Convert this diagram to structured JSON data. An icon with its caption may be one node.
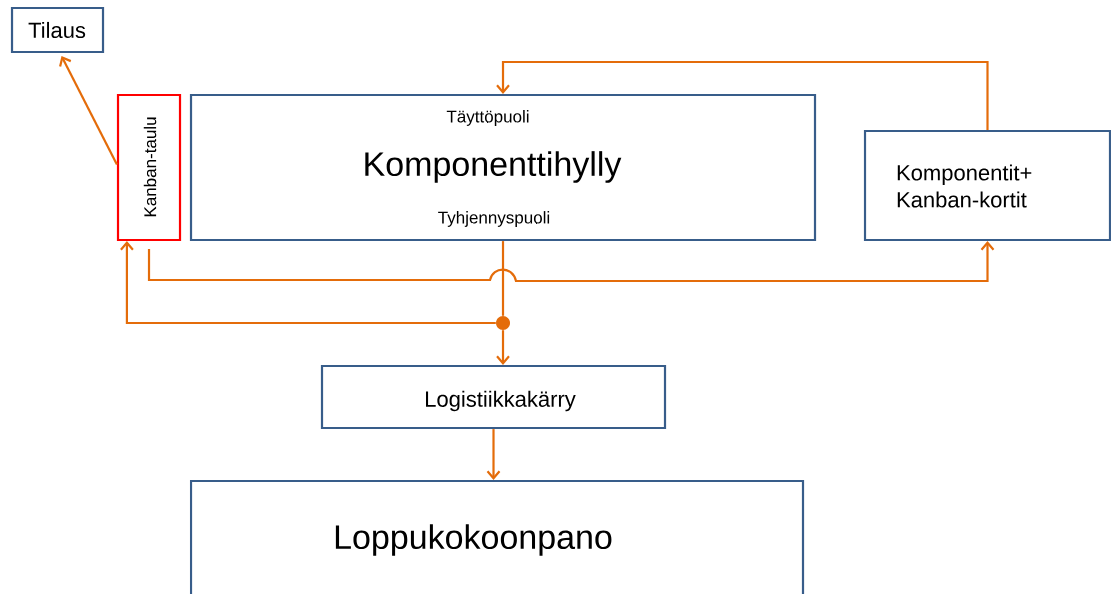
{
  "diagram": {
    "nodes": [
      {
        "text": [
          "Tilaus"
        ]
      },
      {
        "text": [
          "Kanban-taulu"
        ]
      },
      {
        "text": [
          "Täyttöpuoli",
          "Komponenttihylly",
          "Tyhjennyspuoli"
        ]
      },
      {
        "text": [
          "Komponentit+ Kanban-kortit"
        ]
      },
      {
        "text": [
          "Logistiikkakärry"
        ]
      },
      {
        "text": [
          "Loppukokoonpano"
        ]
      },
      {
        "text": [],
        "shape": "circle"
      }
    ],
    "edges": [
      {
        "from": 1,
        "to": 0,
        "arrow": "to"
      },
      {
        "from": 3,
        "to": 2,
        "arrow": "to"
      },
      {
        "from": 1,
        "to": 3,
        "arrow": "to"
      },
      {
        "from": 2,
        "to": 6,
        "arrow": "none"
      },
      {
        "from": 6,
        "to": 4,
        "arrow": "to"
      },
      {
        "from": 6,
        "to": 1,
        "arrow": "to"
      },
      {
        "from": 4,
        "to": 5,
        "arrow": "to"
      }
    ]
  }
}
